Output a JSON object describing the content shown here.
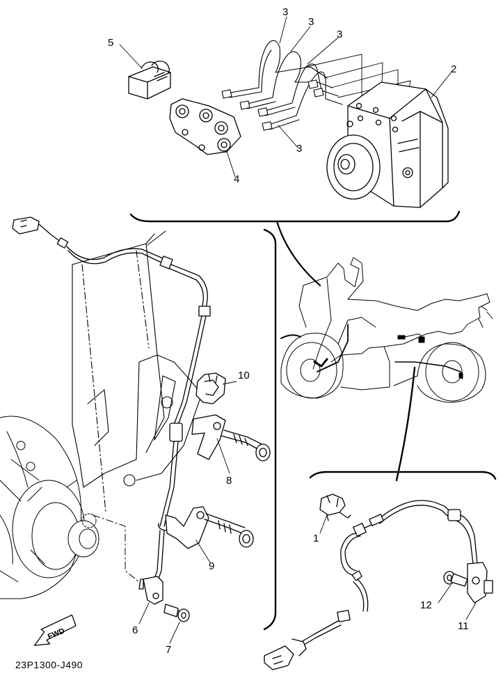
{
  "diagram_code": "23P1300-J490",
  "fwd_label": "FWD",
  "callouts": {
    "c1": "1",
    "c2": "2",
    "c3a": "3",
    "c3b": "3",
    "c3c": "3",
    "c3d": "3",
    "c4": "4",
    "c5": "5",
    "c6": "6",
    "c7": "7",
    "c8": "8",
    "c9": "9",
    "c10": "10",
    "c11": "11",
    "c12": "12"
  },
  "colors": {
    "line": "#000000",
    "background": "#ffffff",
    "bike_fill": "#ffffff"
  }
}
